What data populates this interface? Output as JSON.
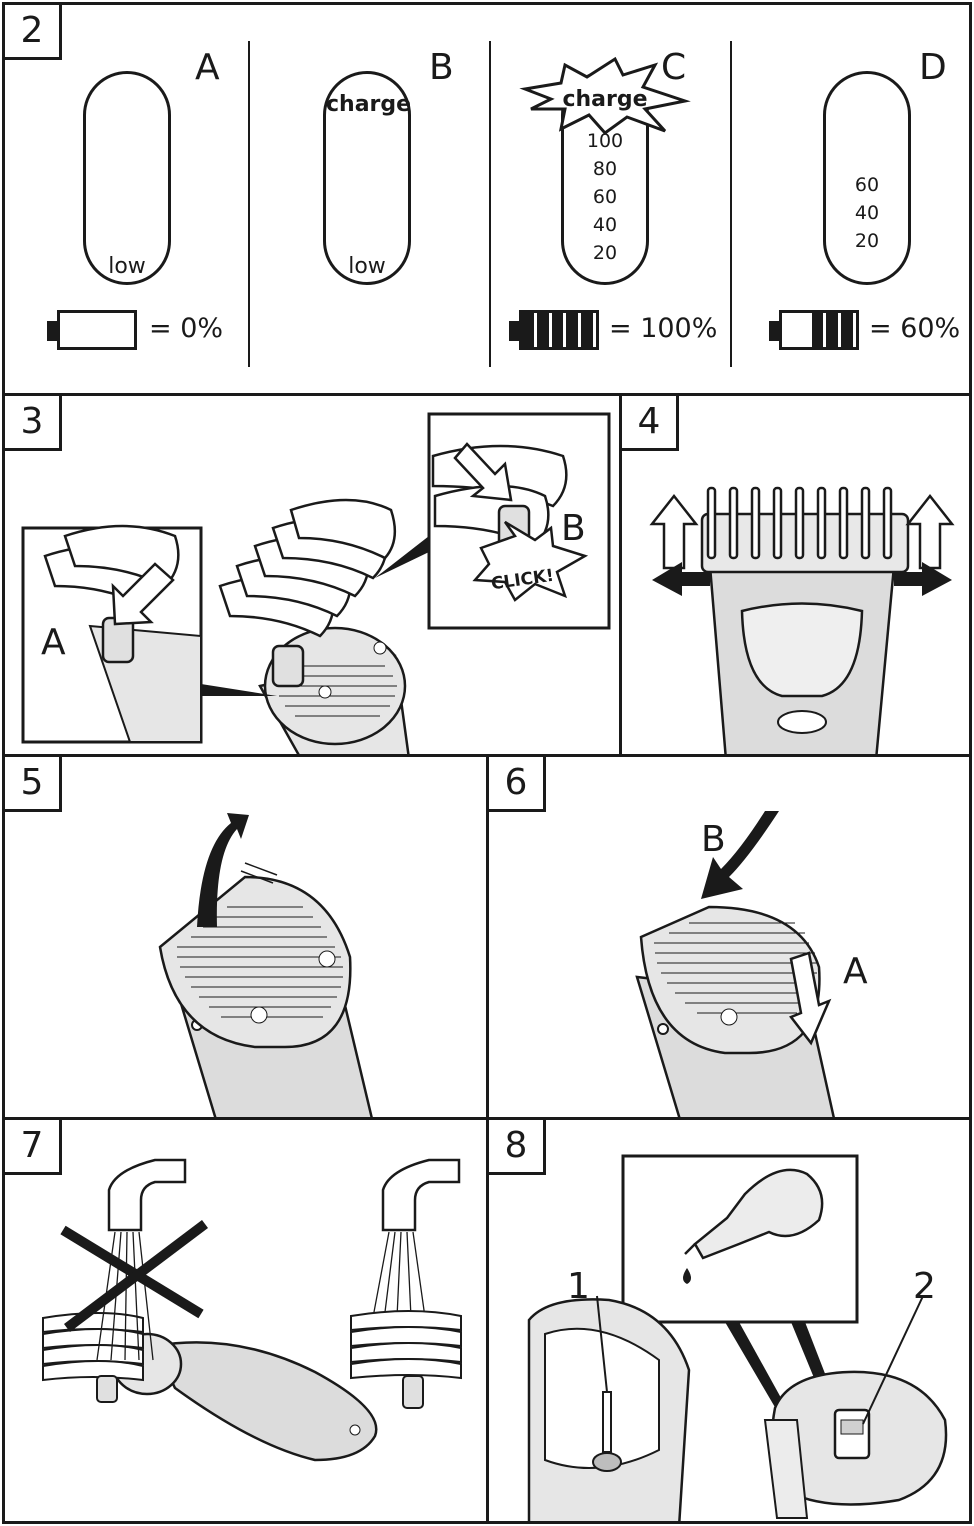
{
  "panel2": {
    "number": "2",
    "cells": [
      {
        "letter": "A",
        "top_label": "",
        "levels": [],
        "bottom_label": "low",
        "battery_fill": 0,
        "battery_text": "= 0%"
      },
      {
        "letter": "B",
        "top_label": "charge",
        "levels": [],
        "bottom_label": "low",
        "battery_fill": null,
        "battery_text": ""
      },
      {
        "letter": "C",
        "top_label": "charge",
        "levels": [
          "100",
          "80",
          "60",
          "40",
          "20"
        ],
        "bottom_label": "",
        "battery_fill": 1.0,
        "battery_text": "= 100%"
      },
      {
        "letter": "D",
        "top_label": "",
        "levels": [
          "60",
          "40",
          "20"
        ],
        "bottom_label": "",
        "battery_fill": 0.6,
        "battery_text": "= 60%"
      }
    ]
  },
  "panel3": {
    "number": "3",
    "label_a": "A",
    "label_b": "B",
    "click_text": "CLICK!"
  },
  "panel4": {
    "number": "4"
  },
  "panel5": {
    "number": "5"
  },
  "panel6": {
    "number": "6",
    "label_a": "A",
    "label_b": "B"
  },
  "panel7": {
    "number": "7"
  },
  "panel8": {
    "number": "8",
    "label_1": "1",
    "label_2": "2"
  },
  "colors": {
    "ink": "#1a1a1a",
    "device_gray": "#d8d8d8",
    "light_gray": "#ececec"
  }
}
